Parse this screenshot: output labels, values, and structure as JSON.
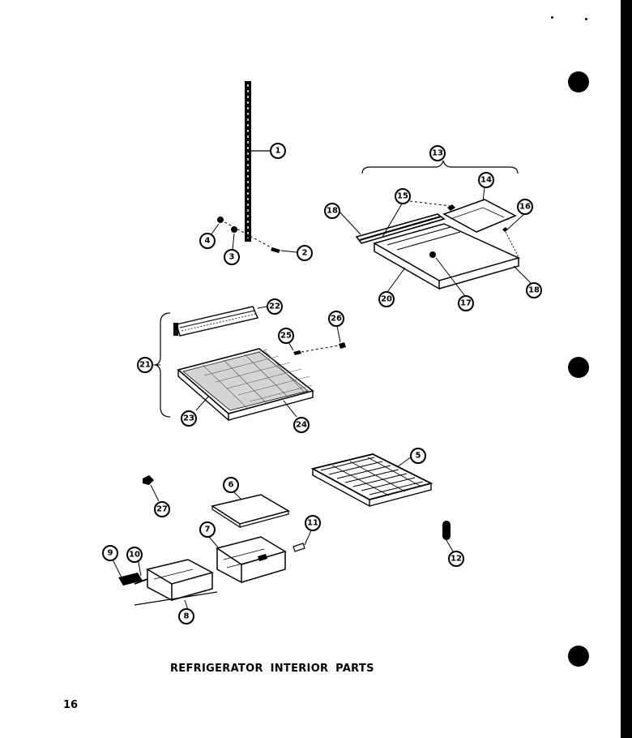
{
  "page_title": "REFRIGERATOR INTERIOR PARTS",
  "page_number": "16",
  "callouts": {
    "c1": "1",
    "c2": "2",
    "c3": "3",
    "c4": "4",
    "c5": "5",
    "c6": "6",
    "c7": "7",
    "c8": "8",
    "c9": "9",
    "c10": "10",
    "c11": "11",
    "c12": "12",
    "c13": "13",
    "c14": "14",
    "c15": "15",
    "c16": "16",
    "c17": "17",
    "c18a": "18",
    "c18b": "18",
    "c20": "20",
    "c21": "21",
    "c22": "22",
    "c23": "23",
    "c24": "24",
    "c25": "25",
    "c26": "26",
    "c27": "27"
  },
  "colors": {
    "ink": "#000000",
    "paper": "#ffffff"
  }
}
